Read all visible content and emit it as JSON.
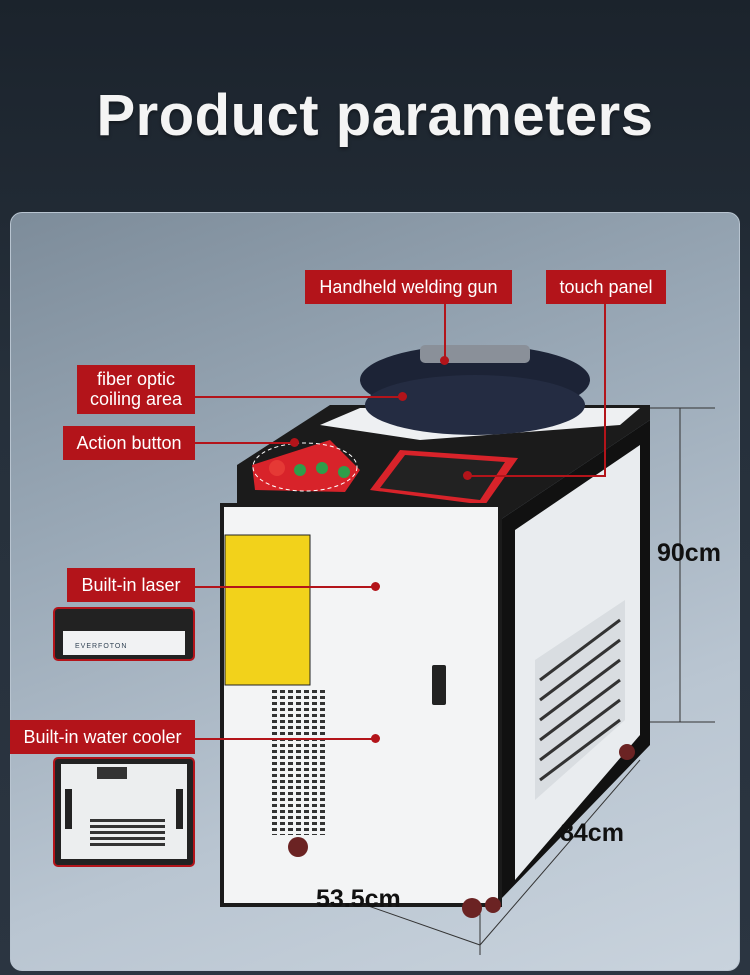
{
  "title": "Product parameters",
  "labels": {
    "welding_gun": "Handheld welding gun",
    "touch_panel": "touch panel",
    "fiber_line1": "fiber optic",
    "fiber_line2": "coiling area",
    "action_button": "Action button",
    "built_in_laser": "Built-in laser",
    "water_cooler": "Built-in water cooler"
  },
  "laser_brand": "EVERFOTON",
  "dimensions": {
    "height": "90cm",
    "depth": "84cm",
    "width": "53.5cm"
  },
  "colors": {
    "accent": "#b3141a",
    "machine_red": "#d8232a"
  }
}
